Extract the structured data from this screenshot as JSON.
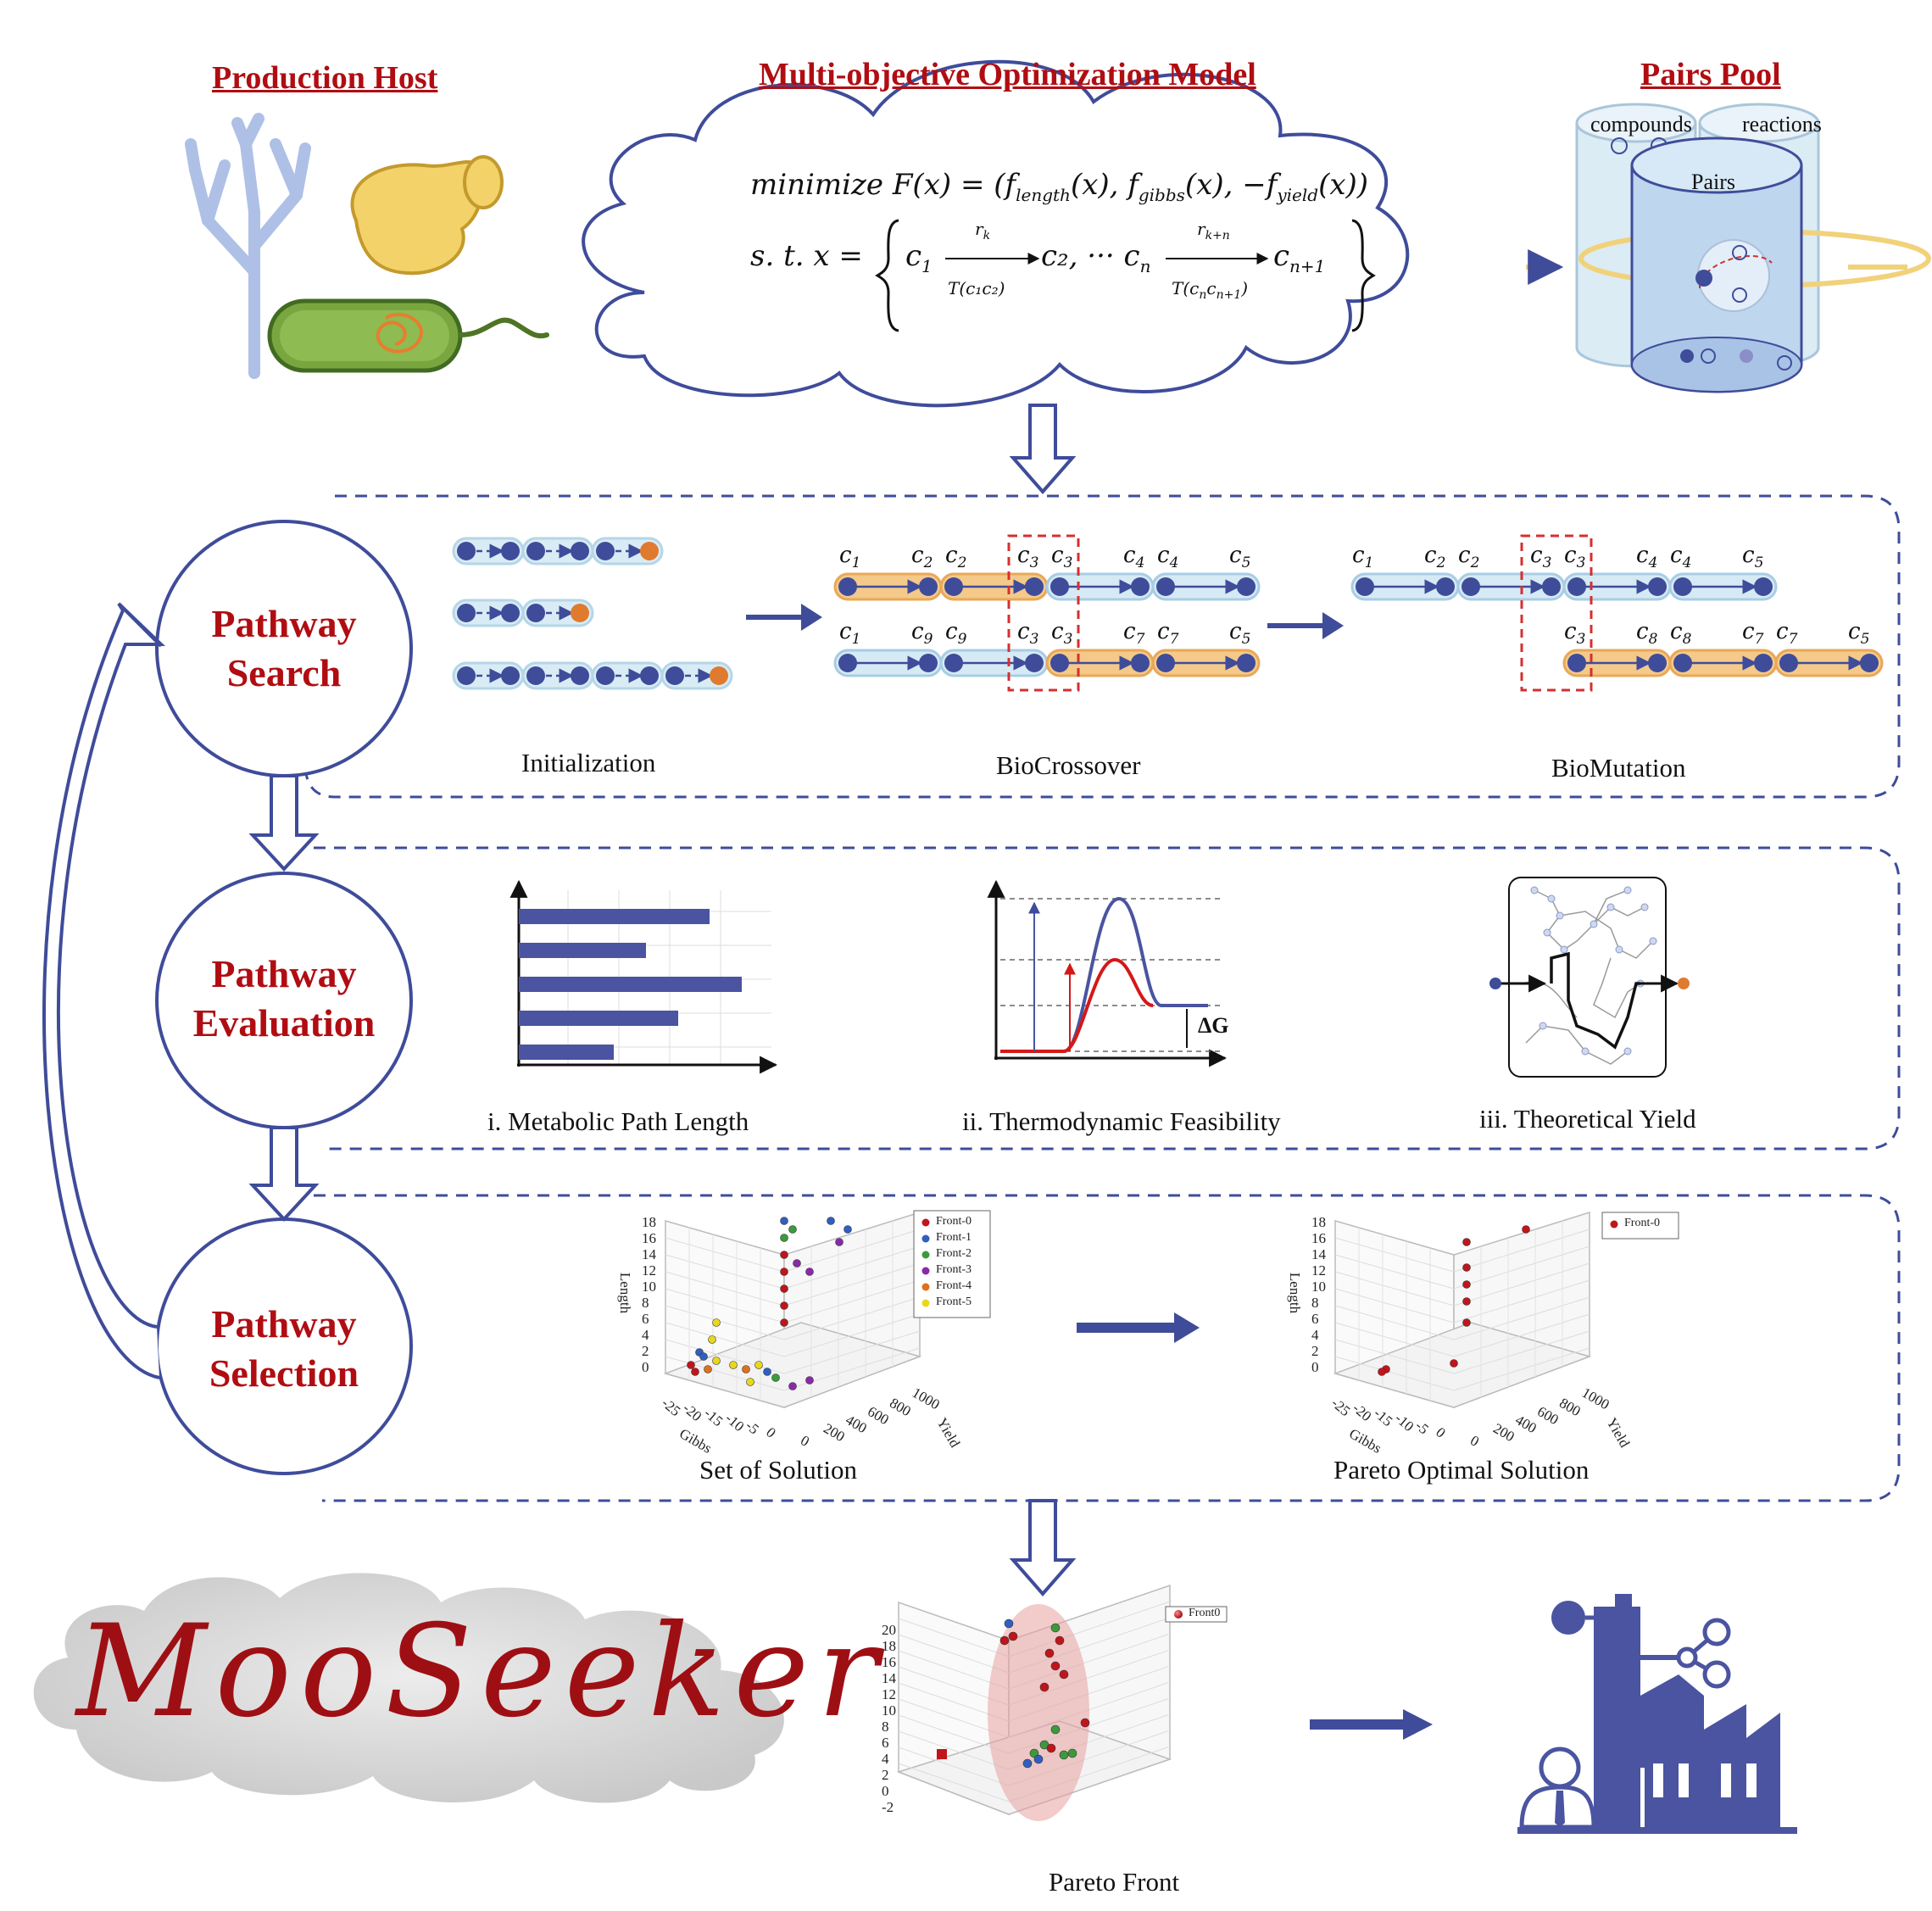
{
  "header": {
    "production_host": "Production Host",
    "model_title": "Multi-objective Optimization Model",
    "pairs_pool": "Pairs Pool",
    "compounds": "compounds",
    "reactions": "reactions",
    "pairs": "Pairs"
  },
  "equation": {
    "line1_a": "minimize F(x) = (f",
    "line1_sub1": "length",
    "line1_b": "(x), f",
    "line1_sub2": "gibbs",
    "line1_c": "(x), −f",
    "line1_sub3": "yield",
    "line1_d": "(x))",
    "line2_a": "s. t.  x =",
    "c1": "c",
    "c1_sub": "1",
    "rk": "r",
    "rk_sub": "k",
    "tc1c2": "T(c₁c₂)",
    "mid": "c₂, ··· c",
    "mid_sub": "n",
    "rkn": "r",
    "rkn_sub": "k+n",
    "tcn": "T(c",
    "tcn_sub": "n",
    "tcn_b": "c",
    "tcn_sub2": "n+1",
    "tcn_end": ")",
    "cn1": "c",
    "cn1_sub": "n+1"
  },
  "stages": {
    "search": [
      "Pathway",
      "Search"
    ],
    "evaluation": [
      "Pathway",
      "Evaluation"
    ],
    "selection": [
      "Pathway",
      "Selection"
    ]
  },
  "search_panel": {
    "initialization": "Initialization",
    "biocrossover": "BioCrossover",
    "biomutation": "BioMutation",
    "crossover_top": [
      "c1",
      "c2",
      "c2",
      "c3",
      "c3",
      "c4",
      "c4",
      "c5"
    ],
    "crossover_bottom": [
      "c1",
      "c9",
      "c9",
      "c3",
      "c3",
      "c7",
      "c7",
      "c5"
    ],
    "mutation_top": [
      "c1",
      "c2",
      "c2",
      "c3",
      "c3",
      "c4",
      "c4",
      "c5"
    ],
    "mutation_bottom": [
      "c3",
      "c8",
      "c8",
      "c7",
      "c7",
      "c5"
    ]
  },
  "evaluation_panel": {
    "path_length": "i. Metabolic Path Length",
    "thermo": "ii. Thermodynamic Feasibility",
    "yield": "iii. Theoretical Yield",
    "delta_g": "ΔG"
  },
  "selection_panel": {
    "set_of_solution": "Set of Solution",
    "pareto_optimal": "Pareto Optimal Solution",
    "y_axis": "Length",
    "x_axis": "Gibbs",
    "z_axis": "Yield",
    "y_ticks": [
      "18",
      "16",
      "14",
      "12",
      "10",
      "8",
      "6",
      "4",
      "2",
      "0"
    ],
    "x_ticks": [
      "-25",
      "-20",
      "-15",
      "-10",
      "-5",
      "0"
    ],
    "z_ticks": [
      "1000",
      "800",
      "600",
      "400",
      "200",
      "0"
    ],
    "legend_left": [
      {
        "name": "Front-0",
        "color": "#c0151b"
      },
      {
        "name": "Front-1",
        "color": "#2f5fc0"
      },
      {
        "name": "Front-2",
        "color": "#3c9a3c"
      },
      {
        "name": "Front-3",
        "color": "#8a2aa8"
      },
      {
        "name": "Front-4",
        "color": "#e0701c"
      },
      {
        "name": "Front-5",
        "color": "#e8d81c"
      }
    ],
    "legend_right": [
      {
        "name": "Front-0",
        "color": "#c0151b"
      }
    ]
  },
  "bottom": {
    "logo": "MooSeeker",
    "pareto_front": "Pareto Front",
    "legend": "Front0",
    "y_ticks": [
      "20",
      "18",
      "16",
      "14",
      "12",
      "10",
      "8",
      "6",
      "4",
      "2",
      "0",
      "-2"
    ]
  },
  "colors": {
    "navy": "#3f4c9a",
    "dark_red": "#b00d12",
    "orange": "#e07a2e",
    "light_blue": "#d9ecf5"
  }
}
